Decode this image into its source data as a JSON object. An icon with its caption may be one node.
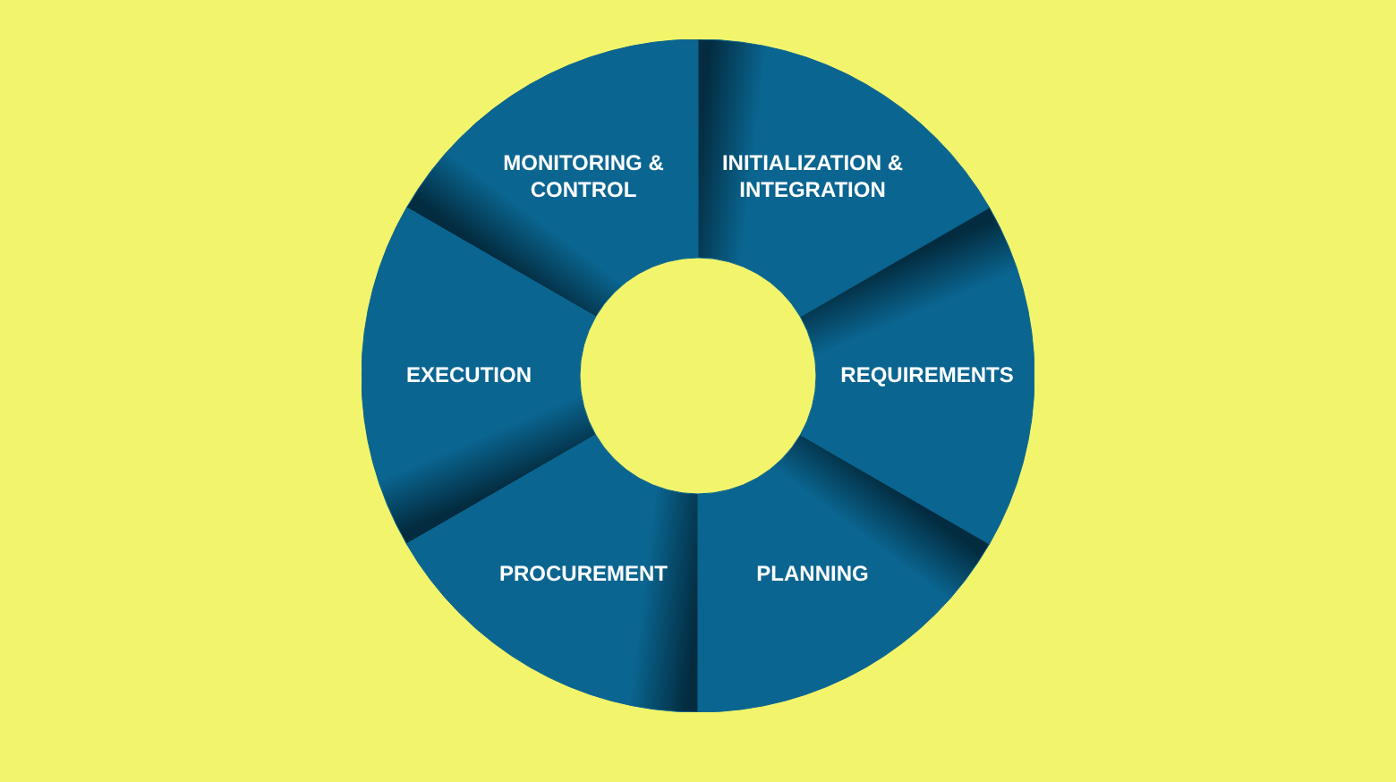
{
  "diagram": {
    "nodes": [
      {
        "text": [
          "MONITORING & CONTROL"
        ]
      },
      {
        "text": [
          "INITIALIZATION & INTEGRATION"
        ]
      },
      {
        "text": [
          "EXECUTION"
        ]
      },
      {
        "text": [
          "REQUIREMENTS"
        ]
      },
      {
        "text": [
          "PROCUREMENT"
        ]
      },
      {
        "text": [
          "PLANNING"
        ]
      }
    ]
  }
}
